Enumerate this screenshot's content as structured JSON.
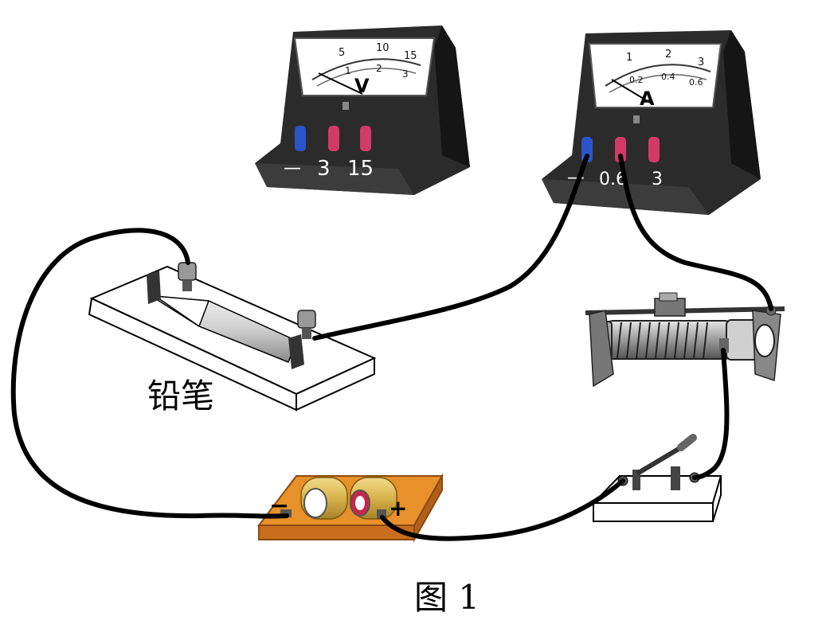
{
  "figure": {
    "caption": "图 1",
    "pencil_label": "铅笔"
  },
  "voltmeter": {
    "symbol": "V",
    "upper_scale": [
      "5",
      "10",
      "15"
    ],
    "lower_scale": [
      "1",
      "2",
      "3"
    ],
    "terminals": [
      "—",
      "3",
      "15"
    ]
  },
  "ammeter": {
    "symbol": "A",
    "upper_scale": [
      "1",
      "2",
      "3"
    ],
    "lower_scale": [
      "0.2",
      "0.4",
      "0.6"
    ],
    "terminals": [
      "—",
      "0.6",
      "3"
    ]
  },
  "battery": {
    "minus_sign": "−",
    "plus_sign": "+"
  },
  "colors": {
    "wire": "#000000",
    "meter_body": "#2b2b2b",
    "battery_board": "#e8902a",
    "battery_cell": "#d8b24a",
    "terminal_blue": "#2a55c8",
    "terminal_red": "#d23a6a"
  }
}
